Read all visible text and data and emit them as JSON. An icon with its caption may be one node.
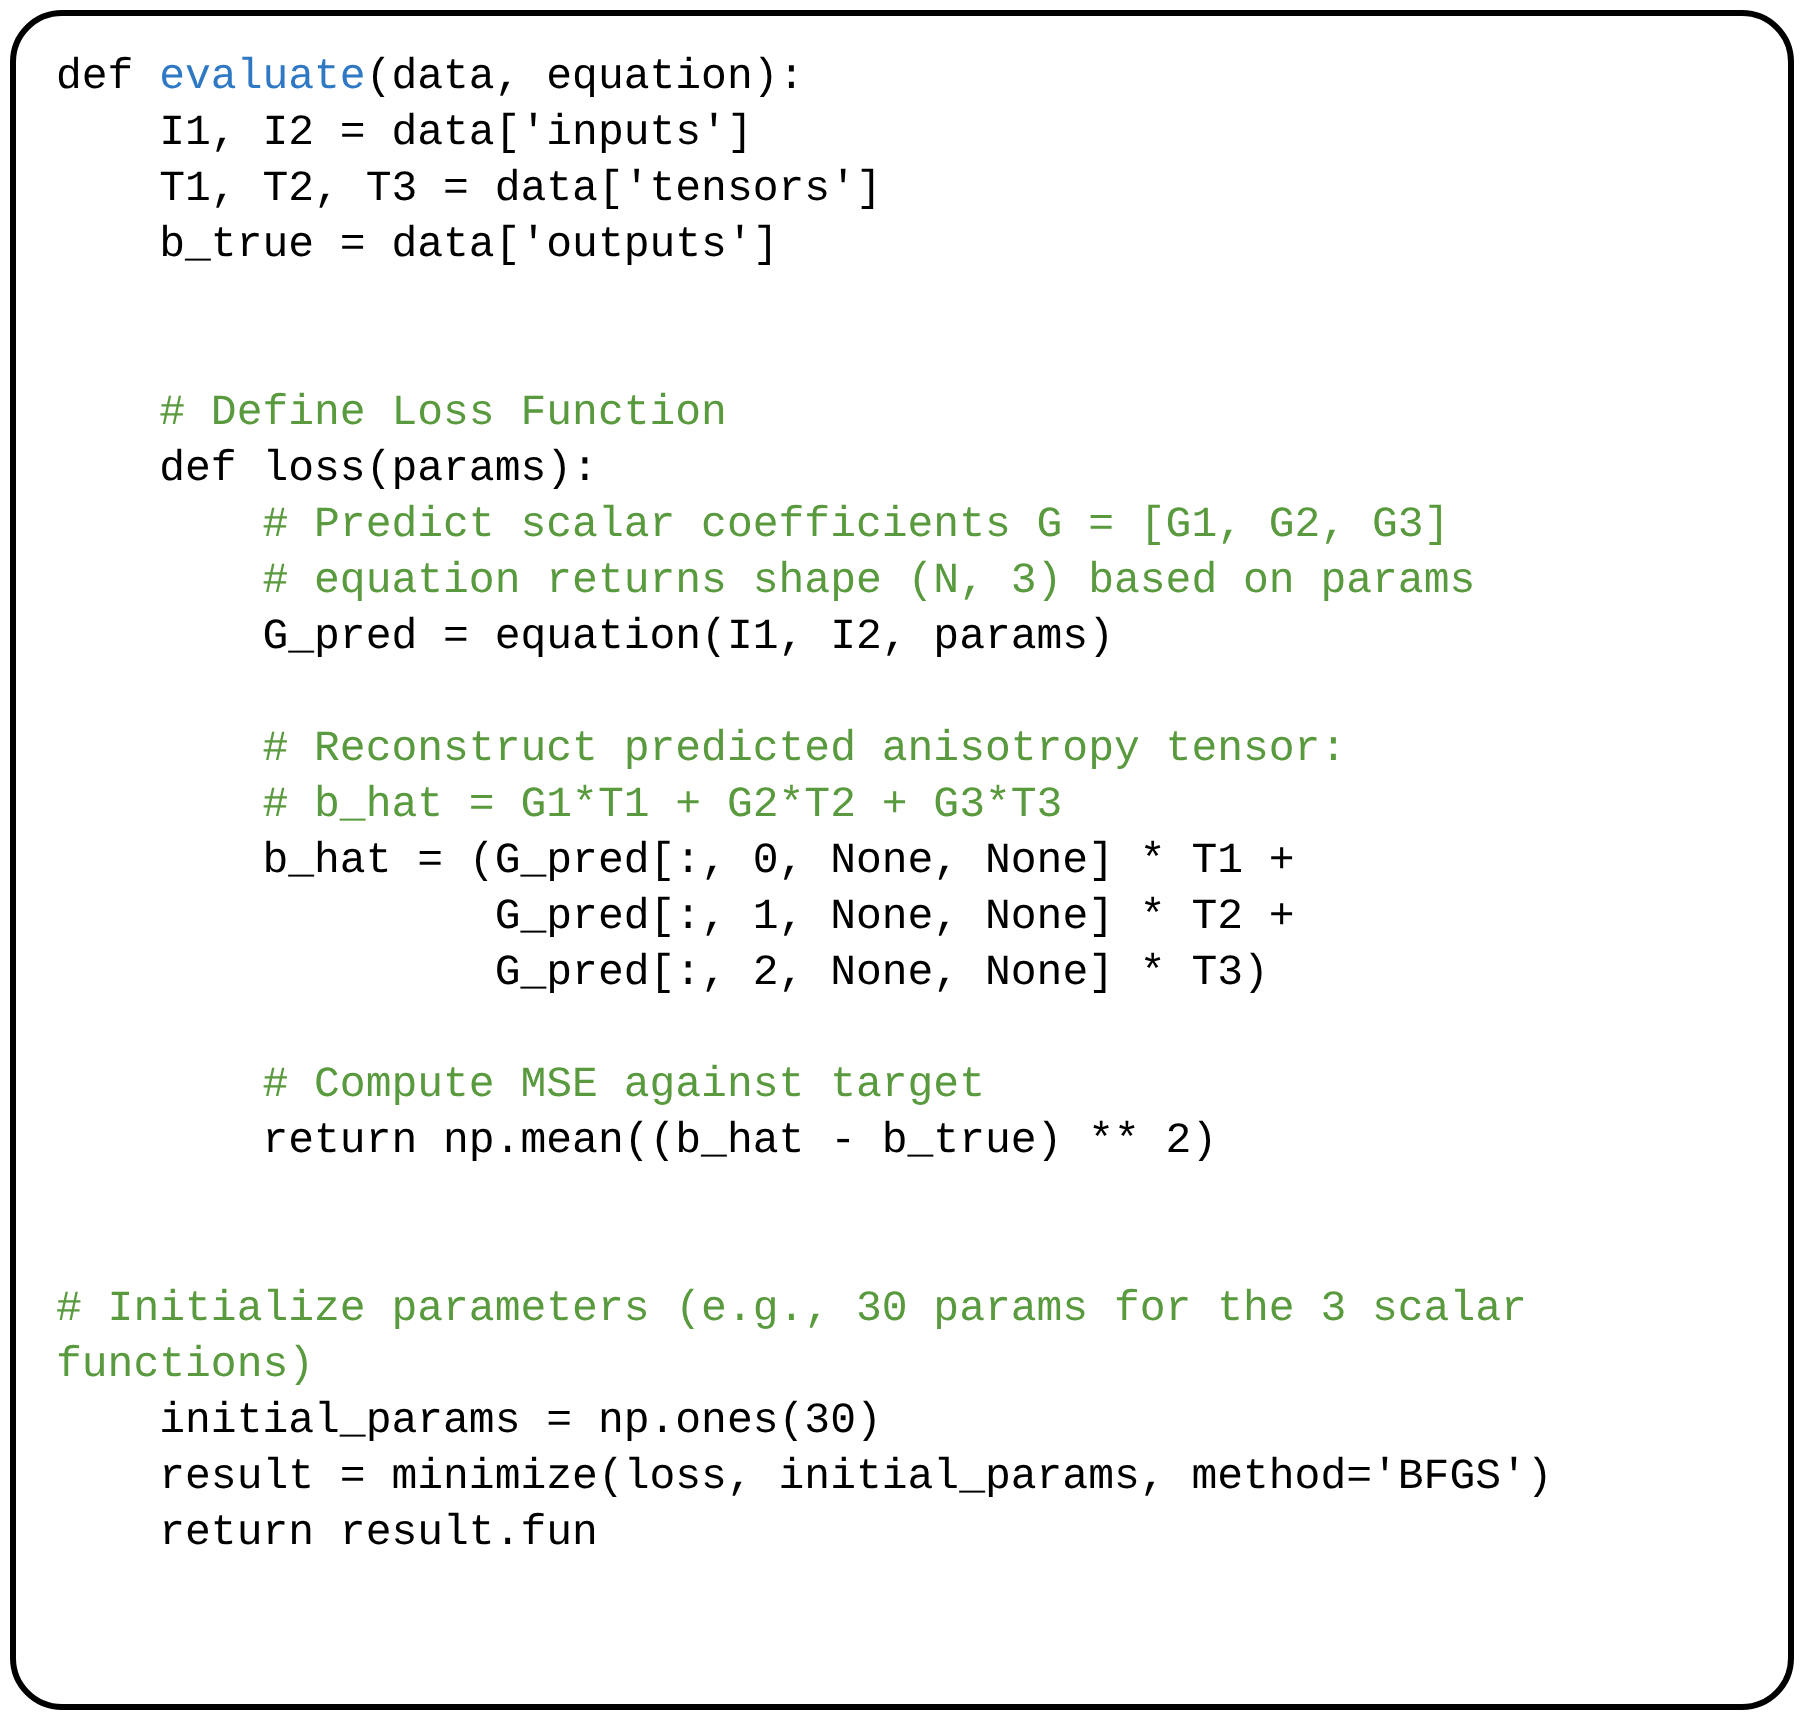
{
  "diagram": {
    "nodes": [
      {
        "text": [
          "def evaluate(data, equation):",
          "    I1, I2 = data['inputs']",
          "    T1, T2, T3 = data['tensors']",
          "    b_true = data['outputs']",
          "    # Define Loss Function",
          "    def loss(params):",
          "        # Predict scalar coefficients G = [G1, G2, G3]",
          "        # equation returns shape (N, 3) based on params",
          "        G_pred = equation(I1, I2, params)",
          "        # Reconstruct predicted anisotropy tensor:",
          "        # b_hat = G1*T1 + G2*T2 + G3*T3",
          "        b_hat = (G_pred[:, 0, None, None] * T1 +",
          "                 G_pred[:, 1, None, None] * T2 +",
          "                 G_pred[:, 2, None, None] * T3)",
          "        # Compute MSE against target",
          "        return np.mean((b_hat - b_true) ** 2)",
          "# Initialize parameters (e.g., 30 params for the 3 scalar functions)",
          "    initial_params = np.ones(30)",
          "    result = minimize(loss, initial_params, method='BFGS')",
          "    return result.fun"
        ]
      }
    ]
  }
}
